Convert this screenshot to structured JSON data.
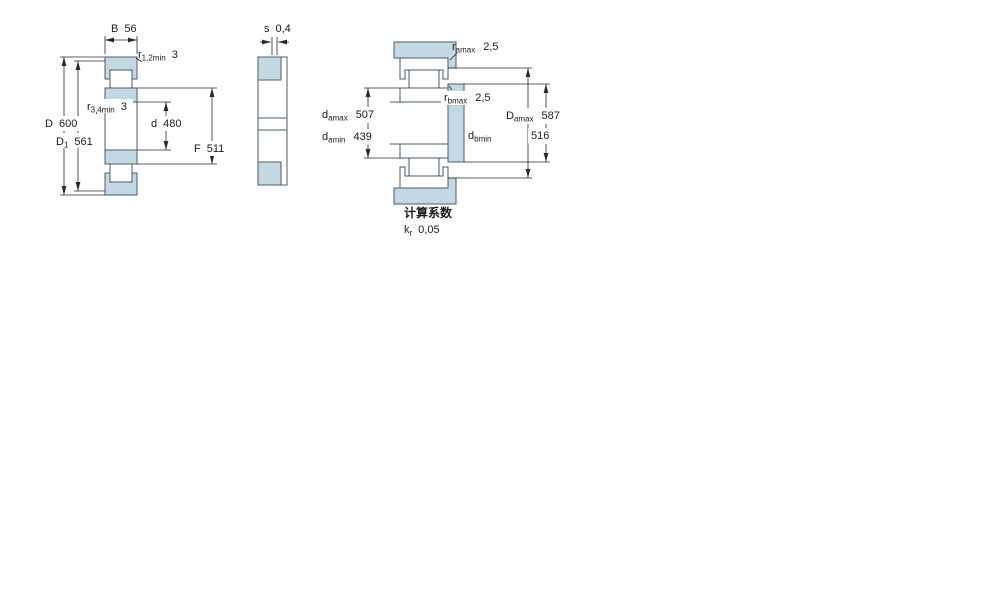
{
  "figure": {
    "colors": {
      "section_fill": "#c3d8e3",
      "outline": "#4e5e67",
      "dimension_line": "#2b2b2b",
      "text": "#1c1c1c"
    },
    "left": {
      "B": {
        "symbol": "B",
        "value": "56"
      },
      "r12": {
        "symbol": "r",
        "sub": "1,2min",
        "value": "3"
      },
      "r34": {
        "symbol": "r",
        "sub": "3,4min",
        "value": "3"
      },
      "D": {
        "symbol": "D",
        "value": "600"
      },
      "D1": {
        "symbol": "D",
        "sub": "1",
        "value": "561"
      },
      "d": {
        "symbol": "d",
        "value": "480"
      },
      "F": {
        "symbol": "F",
        "value": "511"
      }
    },
    "middle": {
      "s": {
        "symbol": "s",
        "value": "0,4"
      }
    },
    "right": {
      "ramax": {
        "symbol": "r",
        "sub": "amax",
        "value": "2,5"
      },
      "rbmax": {
        "symbol": "r",
        "sub": "bmax",
        "value": "2,5"
      },
      "damax": {
        "symbol": "d",
        "sub": "amax",
        "value": "507"
      },
      "damin": {
        "symbol": "d",
        "sub": "amin",
        "value": "439"
      },
      "Damax": {
        "symbol": "D",
        "sub": "amax",
        "value": "587"
      },
      "dbmin": {
        "symbol": "d",
        "sub": "bmin",
        "value": "516"
      }
    },
    "calc": {
      "title": "计算系数",
      "kr": {
        "symbol": "k",
        "sub": "r",
        "value": "0,05"
      }
    }
  }
}
